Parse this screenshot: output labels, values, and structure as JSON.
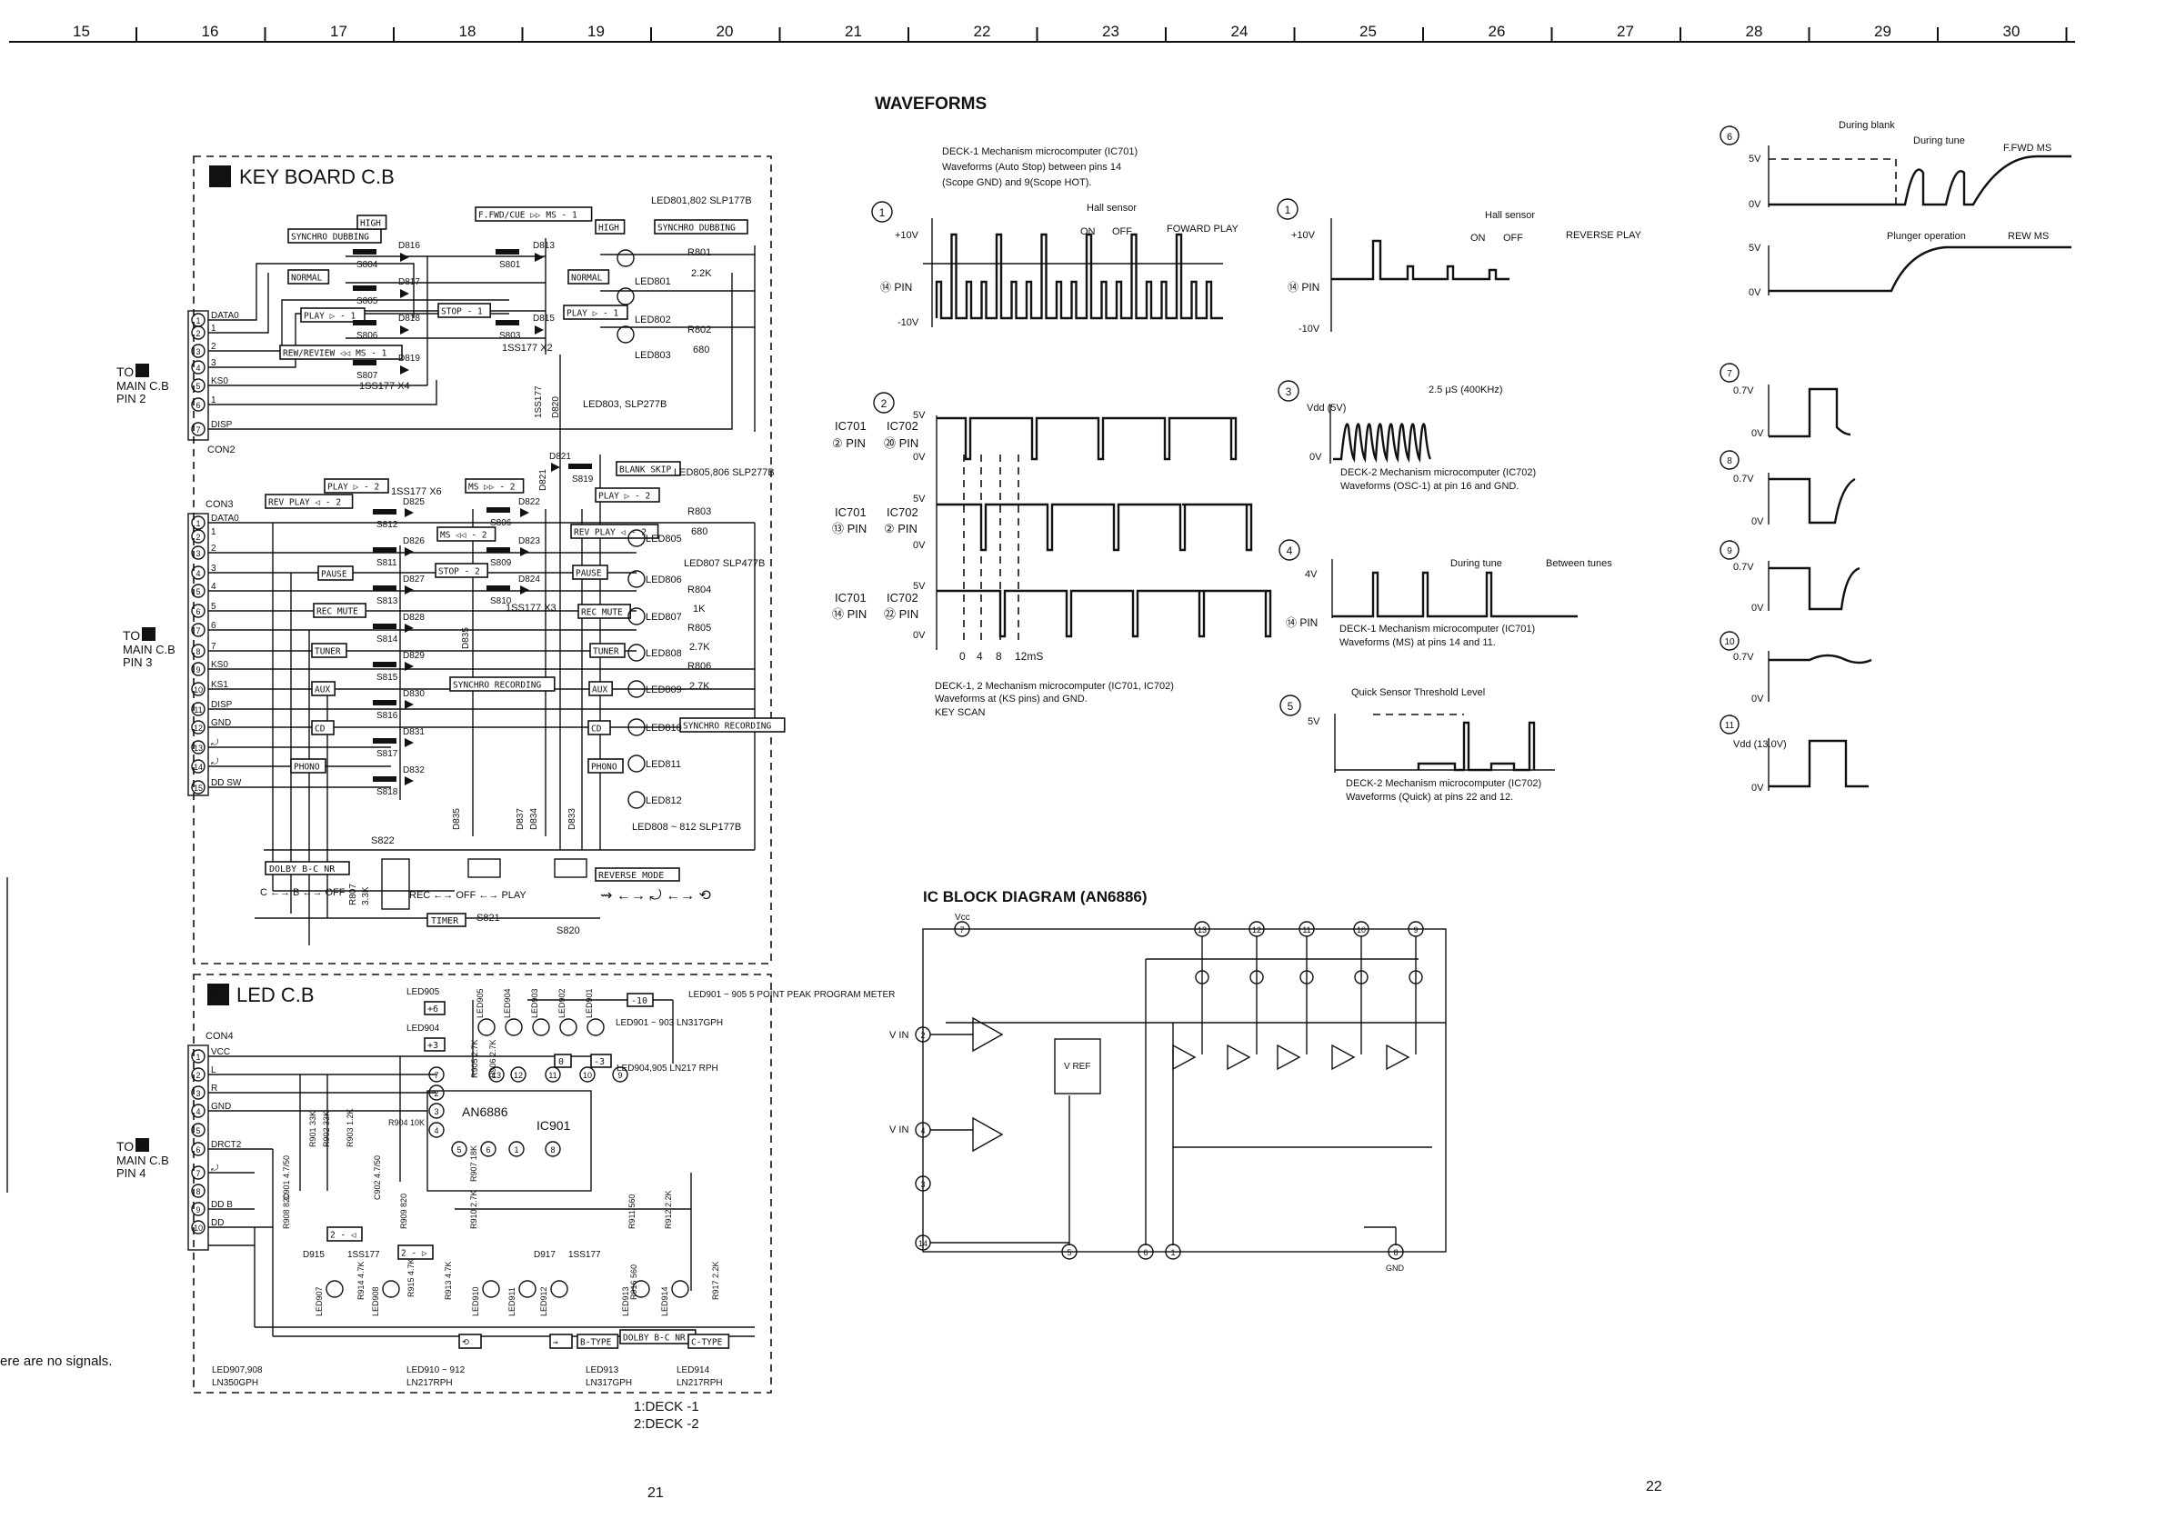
{
  "ruler": {
    "columns": [
      "15",
      "16",
      "17",
      "18",
      "19",
      "20",
      "21",
      "22",
      "23",
      "24",
      "25",
      "26",
      "27",
      "28",
      "29",
      "30"
    ]
  },
  "page_numbers": {
    "left": "21",
    "right": "22"
  },
  "left_edge_note": "ere are no signals.",
  "keyboard": {
    "tag": "B",
    "title": "KEY BOARD C.B",
    "to_main": {
      "to": "TO",
      "tag": "A",
      "board": "MAIN C.B",
      "pin": "PIN 2"
    },
    "connector_pins": [
      "1",
      "2",
      "3",
      "4",
      "5",
      "6",
      "7"
    ],
    "connector_signals": [
      "DATA0",
      "1",
      "2",
      "3",
      "KS0",
      "1",
      "DISP"
    ],
    "con2": "CON2",
    "labels": [
      "SYNCHRO DUBBING",
      "NORMAL",
      "PLAY ▷ - 1",
      "REW/REVIEW ◁◁ MS - 1",
      "HIGH",
      "F.FWD/CUE ▷▷ MS - 1",
      "STOP - 1",
      "HIGH",
      "SYNCHRO DUBBING",
      "NORMAL",
      "PLAY ▷ - 1"
    ],
    "switches": [
      "S804",
      "S805",
      "S806",
      "S807",
      "S801",
      "S803"
    ],
    "diodes": [
      "D816",
      "D817",
      "D818",
      "D819",
      "D813",
      "D815",
      "D820"
    ],
    "diode_type": "1SS177 X4",
    "diode_type2": "1SS177 X2",
    "resistors": [
      {
        "ref": "R801",
        "val": "2.2K"
      },
      {
        "ref": "R802",
        "val": "680"
      }
    ],
    "leds": [
      "LED801",
      "LED802",
      "LED803"
    ],
    "led_note": "LED801,802 SLP177B",
    "led_note2": "LED803, SLP277B",
    "diode_1ss": "1SS177"
  },
  "keyboard2": {
    "to_main": {
      "to": "TO",
      "tag": "A",
      "board": "MAIN C.B",
      "pin": "PIN 3"
    },
    "con3": "CON3",
    "connector_pins": [
      "1",
      "2",
      "3",
      "4",
      "5",
      "6",
      "7",
      "8",
      "9",
      "10",
      "11",
      "12",
      "13",
      "14",
      "15"
    ],
    "connector_signals": [
      "DATA0",
      "1",
      "2",
      "3",
      "4",
      "5",
      "6",
      "7",
      "KS0",
      "KS1",
      "DISP",
      "GND",
      "⤾",
      "⤾",
      "DD SW"
    ],
    "labels": [
      "REV PLAY ◁ - 2",
      "PLAY ▷ - 2",
      "MS ▷▷ - 2",
      "MS ◁◁ - 2",
      "PAUSE",
      "STOP - 2",
      "REC MUTE",
      "TUNER",
      "AUX",
      "CD",
      "PHONO",
      "SYNCHRO RECORDING",
      "BLANK SKIP",
      "PLAY ▷ - 2",
      "REV PLAY ◁ - 2",
      "PAUSE",
      "REC MUTE",
      "TUNER",
      "AUX",
      "CD",
      "PHONO",
      "SYNCHRO RECORDING"
    ],
    "switches": [
      "S812",
      "S811",
      "S806",
      "S809",
      "S813",
      "S810",
      "S814",
      "S815",
      "S816",
      "S817",
      "S818",
      "S819",
      "S822",
      "S821",
      "S820"
    ],
    "diodes": [
      "D825",
      "D826",
      "D822",
      "D823",
      "D827",
      "D824",
      "D828",
      "D829",
      "D830",
      "D831",
      "D832",
      "D821",
      "D835",
      "D837",
      "D834",
      "D833"
    ],
    "diode_type": "1SS177 X6",
    "diode_type2": "1SS177 X3",
    "resistors": [
      {
        "ref": "R803",
        "val": "680"
      },
      {
        "ref": "R804",
        "val": "1K"
      },
      {
        "ref": "R805",
        "val": "2.7K"
      },
      {
        "ref": "R806",
        "val": "2.7K"
      },
      {
        "ref": "R807",
        "val": "3.3K"
      }
    ],
    "leds": [
      "LED805",
      "LED806",
      "LED807",
      "LED808",
      "LED809",
      "LED810",
      "LED811",
      "LED812"
    ],
    "led_note": "LED805,806 SLP277B",
    "led_note2": "LED807 SLP477B",
    "led_note3": "LED808 ~ 812 SLP177B",
    "dolby": "DOLBY B-C NR",
    "dolby_sw": "C ←→ B ←→ OFF",
    "rec_sw": "REC ←→ OFF ←→ PLAY",
    "timer": "TIMER",
    "reverse_mode": "REVERSE MODE",
    "reverse_sym": "⇝ ←→ ⤾ ←→ ⟲"
  },
  "ledboard": {
    "tag": "C",
    "title": "LED C.B",
    "to_main": {
      "to": "TO",
      "tag": "A",
      "board": "MAIN C.B",
      "pin": "PIN 4"
    },
    "con4": "CON4",
    "connector_pins": [
      "1",
      "2",
      "3",
      "4",
      "5",
      "6",
      "7",
      "8",
      "9",
      "10"
    ],
    "connector_signals": [
      "VCC",
      "L",
      "R",
      "GND",
      "",
      "DRCT2",
      "⤾",
      "",
      "DD B",
      "DD"
    ],
    "ic_name": "AN6886",
    "ic_ref": "IC901",
    "ic_pins": [
      "7",
      "12",
      "11",
      "10",
      "9",
      "3",
      "4",
      "5",
      "6",
      "1",
      "8",
      "2",
      "13"
    ],
    "leds_top": [
      "LED905",
      "LED904",
      "LED903",
      "LED902",
      "LED901"
    ],
    "led_labels": [
      "LED905",
      "LED904",
      "+6",
      "+3",
      "-10",
      "0",
      "-3"
    ],
    "led_note": "LED901 ~ 905 5 POINT PEAK PROGRAM METER",
    "led_note2": "LED901 ~ 903 LN317GPH",
    "led_note3": "LED904,905 LN217 RPH",
    "resistors": [
      {
        "ref": "R905",
        "val": "2.7K"
      },
      {
        "ref": "R906",
        "val": "2.7K"
      },
      {
        "ref": "R904",
        "val": "10K"
      },
      {
        "ref": "R901",
        "val": "33K"
      },
      {
        "ref": "R902",
        "val": "33K"
      },
      {
        "ref": "R903",
        "val": "1.2K"
      },
      {
        "ref": "R907",
        "val": "18K"
      },
      {
        "ref": "R908",
        "val": "820"
      },
      {
        "ref": "R909",
        "val": "820"
      },
      {
        "ref": "R910",
        "val": "2.7K"
      },
      {
        "ref": "R911",
        "val": "560"
      },
      {
        "ref": "R912",
        "val": "2.2K"
      },
      {
        "ref": "R913",
        "val": "4.7K"
      },
      {
        "ref": "R914",
        "val": "4.7K"
      },
      {
        "ref": "R915",
        "val": "4.7K"
      },
      {
        "ref": "R916",
        "val": "560"
      },
      {
        "ref": "R917",
        "val": "2.2K"
      }
    ],
    "caps": [
      {
        "ref": "C901",
        "val": "4.7/50"
      },
      {
        "ref": "C902",
        "val": "4.7/50"
      }
    ],
    "bottom_labels": [
      "2 - ◁",
      "2 - ▷",
      "⟲",
      "⇝",
      "B-TYPE",
      "DOLBY B-C NR",
      "C-TYPE"
    ],
    "bottom_leds": [
      "LED907",
      "LED908",
      "LED910",
      "LED911",
      "LED912",
      "LED913",
      "LED914"
    ],
    "diodes": [
      "D915",
      "D917"
    ],
    "diode_type": "1SS177",
    "footer": [
      {
        "a": "LED907,908",
        "b": "LN350GPH"
      },
      {
        "a": "LED910 ~ 912",
        "b": "LN217RPH"
      },
      {
        "a": "LED913",
        "b": "LN317GPH"
      },
      {
        "a": "LED914",
        "b": "LN217RPH"
      }
    ]
  },
  "deck_legend": [
    "1:DECK -1",
    "2:DECK -2"
  ],
  "waveforms": {
    "title": "WAVEFORMS",
    "intro": [
      "DECK-1 Mechanism microcomputer (IC701)",
      "Waveforms (Auto Stop) between pins 14",
      "(Scope GND) and 9(Scope HOT)."
    ],
    "w1": {
      "num": "1",
      "pin": "⑭ PIN",
      "y_top": "+10V",
      "y_bot": "-10V",
      "hall": "Hall sensor",
      "on": "ON",
      "off": "OFF",
      "mode": "FOWARD PLAY"
    },
    "w1b": {
      "num": "1",
      "pin": "⑭ PIN",
      "y_top": "+10V",
      "y_bot": "-10V",
      "hall": "Hall sensor",
      "on": "ON",
      "off": "OFF",
      "mode": "REVERSE PLAY"
    },
    "w2": {
      "num": "2",
      "rows": [
        {
          "a": "IC701",
          "b": "IC702",
          "pa": "② PIN",
          "pb": "⑳ PIN",
          "hi": "5V",
          "lo": "0V"
        },
        {
          "a": "IC701",
          "b": "IC702",
          "pa": "⑬ PIN",
          "pb": "② PIN",
          "hi": "5V",
          "lo": "0V"
        },
        {
          "a": "IC701",
          "b": "IC702",
          "pa": "⑭ PIN",
          "pb": "㉒ PIN",
          "hi": "5V",
          "lo": "0V"
        }
      ],
      "ticks": [
        "0",
        "4",
        "8",
        "12mS"
      ],
      "caption": [
        "DECK-1, 2 Mechanism microcomputer (IC701, IC702)",
        "Waveforms at (KS pins) and GND.",
        "KEY SCAN"
      ]
    },
    "w3": {
      "num": "3",
      "y": "Vdd (5V)",
      "lo": "0V",
      "note": "2.5 μS (400KHz)",
      "caption": [
        "DECK-2 Mechanism microcomputer (IC702)",
        "Waveforms (OSC-1) at pin 16 and GND."
      ]
    },
    "w4": {
      "num": "4",
      "y": "4V",
      "pin": "⑭ PIN",
      "note": "During tune",
      "note2": "Between tunes",
      "caption": [
        "DECK-1 Mechanism microcomputer (IC701)",
        "Waveforms (MS) at pins 14 and 11."
      ]
    },
    "w5": {
      "num": "5",
      "y": "5V",
      "title": "Quick Sensor Threshold Level",
      "caption": [
        "DECK-2 Mechanism microcomputer (IC702)",
        "Waveforms (Quick) at pins 22 and 12."
      ]
    },
    "w6": {
      "num": "6",
      "y1": "5V",
      "y0": "0V",
      "blank": "During blank",
      "tune": "During tune",
      "ffwd": "F.FWD MS",
      "plunger": "Plunger operation",
      "rew": "REW MS",
      "y1b": "5V",
      "y0b": "0V"
    },
    "w7": {
      "num": "7",
      "hi": "0.7V",
      "lo": "0V"
    },
    "w8": {
      "num": "8",
      "hi": "0.7V",
      "lo": "0V"
    },
    "w9": {
      "num": "9",
      "hi": "0.7V",
      "lo": "0V"
    },
    "w10": {
      "num": "10",
      "hi": "0.7V",
      "lo": "0V"
    },
    "w11": {
      "num": "11",
      "hi": "Vdd (13.0V)",
      "lo": "0V"
    }
  },
  "ic_block": {
    "title": "IC BLOCK DIAGRAM (AN6886)",
    "vcc": "Vcc",
    "vin": "V IN",
    "vref": "V REF",
    "gnd": "GND",
    "top_pins": [
      "13",
      "12",
      "11",
      "10",
      "9"
    ],
    "left_pins": [
      "7",
      "2",
      "4",
      "3",
      "14"
    ],
    "bottom_pins": [
      "5",
      "6",
      "1",
      "8"
    ]
  }
}
